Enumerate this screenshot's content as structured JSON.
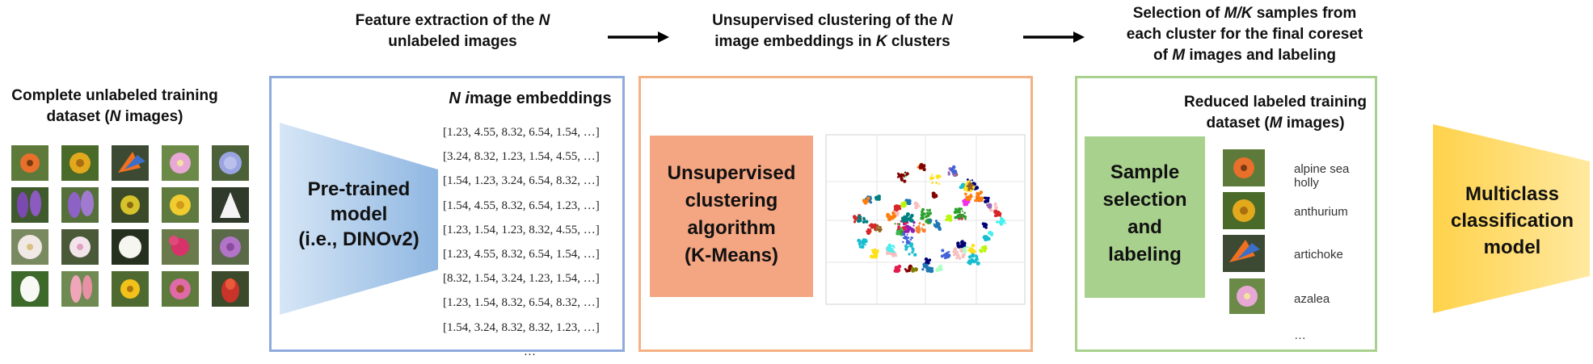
{
  "captions": {
    "dataset_line1": "Complete unlabeled training",
    "dataset_line2_pre": "dataset (",
    "dataset_line2_var": "N",
    "dataset_line2_post": " images)",
    "step1_line1_pre": "Feature extraction of the ",
    "step1_line1_var": "N",
    "step1_line2": "unlabeled images",
    "step2_line1_pre": "Unsupervised clustering of the ",
    "step2_line1_var": "N",
    "step2_line2_pre": "image embeddings in ",
    "step2_line2_var": "K",
    "step2_line2_post": " clusters",
    "step3_line1_pre": "Selection of ",
    "step3_line1_var": "M/K",
    "step3_line1_post": " samples from",
    "step3_line2": "each cluster for the final coreset",
    "step3_line3_pre": "of ",
    "step3_line3_var": "M",
    "step3_line3_post": " images and labeling"
  },
  "feature_box": {
    "title_var": "N i",
    "title_rest": "mage embeddings",
    "model_line1": "Pre-trained",
    "model_line2": "model",
    "model_line3": "(i.e., DINOv2)",
    "embeddings": [
      "[1.23, 4.55, 8.32, 6.54, 1.54, …]",
      "[3.24, 8.32, 1.23, 1.54, 4.55, …]",
      "[1.54, 1.23, 3.24, 6.54, 8.32, …]",
      "[1.54, 4.55, 8.32, 6.54, 1.23, …]",
      "[1.23, 1.54, 1.23, 8.32, 4.55, …]",
      "[1.23, 4.55, 8.32, 6.54, 1.54, …]",
      "[8.32, 1.54, 3.24, 1.23, 1.54, …]",
      "[1.23, 1.54, 8.32, 6.54, 8.32, …]",
      "[1.54, 3.24, 8.32, 8.32, 1.23, …]"
    ],
    "ellipsis": "…"
  },
  "cluster_box": {
    "algo_line1": "Unsupervised",
    "algo_line2": "clustering",
    "algo_line3": "algorithm",
    "algo_line4": "(K-Means)"
  },
  "selection_box": {
    "title_line1": "Reduced labeled training",
    "title_line2_pre": "dataset (",
    "title_line2_var": "M",
    "title_line2_post": " images)",
    "step_line1": "Sample",
    "step_line2": "selection",
    "step_line3": "and",
    "step_line4": "labeling",
    "labels": [
      "alpine sea holly",
      "anthurium",
      "artichoke",
      "azalea"
    ],
    "ellipsis": "…"
  },
  "output": {
    "line1": "Multiclass",
    "line2": "classification",
    "line3": "model"
  },
  "colors": {
    "feature_border": "#8faadc",
    "cluster_border": "#f4b183",
    "selection_border": "#a9d18e",
    "model_fill": "#9dc3e6",
    "algo_fill": "#f4a582",
    "sample_fill": "#a9d18e",
    "output_fill": "#ffd966"
  }
}
